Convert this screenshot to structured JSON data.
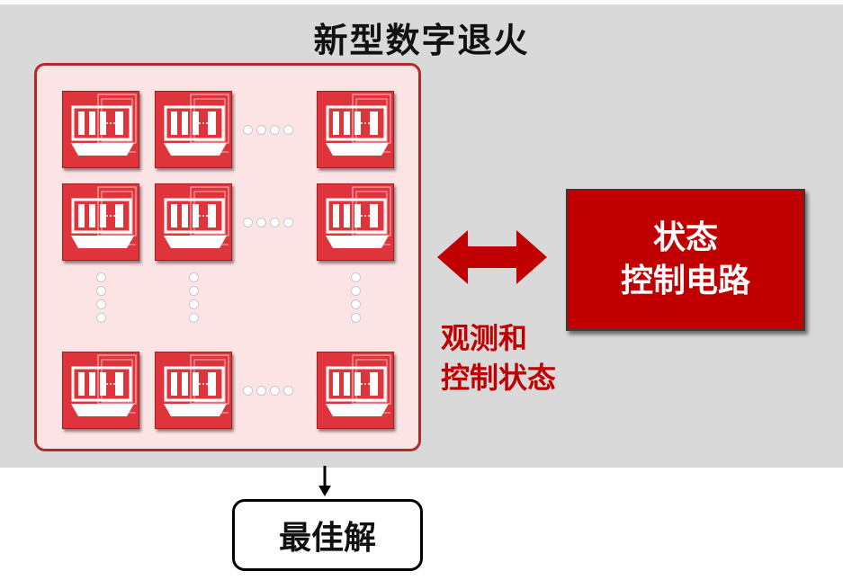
{
  "title": "新型数字退火",
  "control_circuit": {
    "line1": "状态",
    "line2": "控制电路"
  },
  "observe_label": {
    "line1": "观测和",
    "line2": "控制状态"
  },
  "result_label": "最佳解",
  "colors": {
    "accent_red": "#c00000",
    "chip_red": "#e0343c",
    "panel_gray": "#d9d9d9",
    "array_bg": "#fce4e4"
  },
  "icons": {
    "chip": "annealing-unit-icon",
    "link": "double-arrow-icon",
    "flow": "down-arrow-icon"
  }
}
